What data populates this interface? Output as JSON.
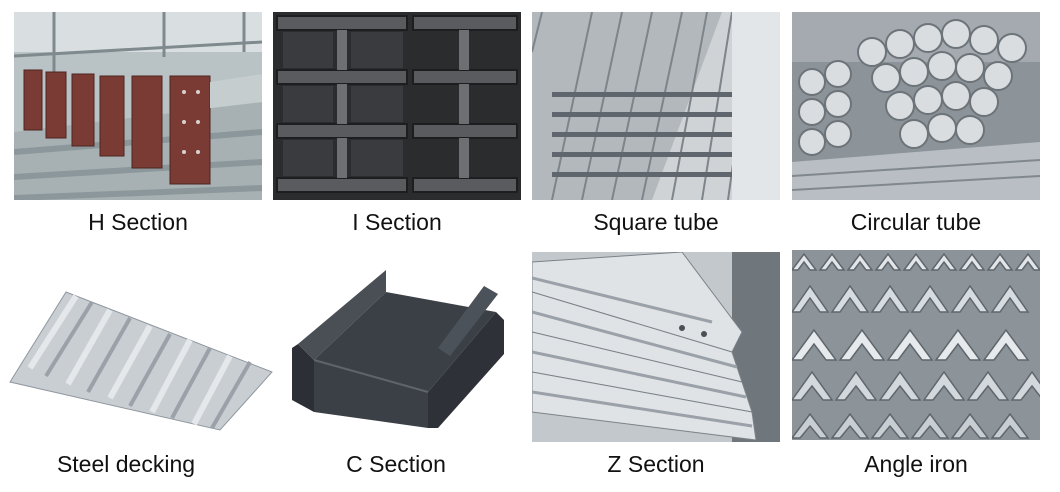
{
  "products": [
    {
      "label": "H Section",
      "icon": "h-section-beam-photo"
    },
    {
      "label": "I Section",
      "icon": "i-section-beam-photo"
    },
    {
      "label": "Square tube",
      "icon": "square-tube-bundle-photo"
    },
    {
      "label": "Circular tube",
      "icon": "circular-tube-bundle-photo"
    },
    {
      "label": "Steel decking",
      "icon": "steel-decking-sheet-photo"
    },
    {
      "label": "C Section",
      "icon": "c-section-channel-photo"
    },
    {
      "label": "Z Section",
      "icon": "z-section-stack-photo"
    },
    {
      "label": "Angle iron",
      "icon": "angle-iron-stack-photo"
    }
  ],
  "colors": {
    "steel_light": "#c9ced3",
    "steel_mid": "#9aa1a8",
    "steel_dark": "#5f666d",
    "plate_red": "#7a3b34",
    "black_steel": "#3b4047"
  }
}
